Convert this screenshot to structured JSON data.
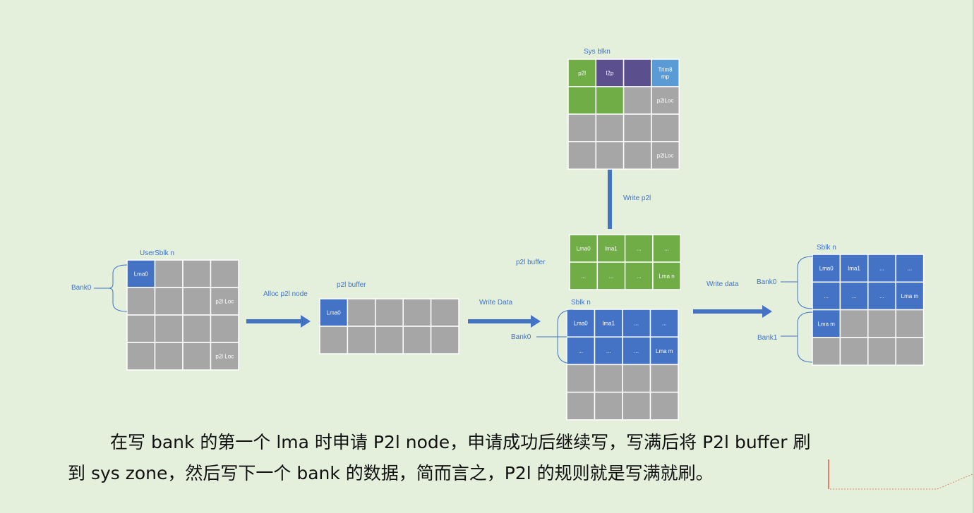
{
  "colors": {
    "background": "#e4efdc",
    "grey_cell": "#a6a6a6",
    "blue_cell": "#4472c4",
    "green_cell": "#70ad47",
    "purple_cell": "#5b4f8e",
    "light_blue_cell": "#5b9bd5",
    "arrow": "#4472c4",
    "label": "#3f74c8"
  },
  "labels": {
    "usersblk": "UserSblk n",
    "bank0_left": "Bank0",
    "alloc": "Alloc p2l node",
    "p2l_buffer_small": "p2l buffer",
    "write_data_1": "Write Data",
    "sblk_mid": "Sblk n",
    "bank0_mid": "Bank0",
    "p2l_buffer_green": "p2l buffer",
    "write_p2l": "Write p2l",
    "sysblk": "Sys blkn",
    "write_data_2": "Write data",
    "sblk_right": "Sblk n",
    "bank0_right": "Bank0",
    "bank1_right": "Bank1"
  },
  "user_grid": {
    "lma0": "Lma0",
    "p2lloc_1": "p2l Loc",
    "p2lloc_2": "p2l Loc"
  },
  "p2l_buffer_cell": "Lma0",
  "green_buffer": [
    "Lma0",
    "lma1",
    "...",
    "...",
    "...",
    "...",
    "...",
    "Lma n"
  ],
  "sys_grid": {
    "p2l": "p2l",
    "l2p": "l2p",
    "trim": "Trim8 mp",
    "p2lloc_1": "p2lLoc",
    "p2lloc_2": "p2lLoc"
  },
  "sblk_mid_cells": [
    "Lma0",
    "lma1",
    "...",
    "...",
    "...",
    "...",
    "...",
    "Lma m"
  ],
  "sblk_right_cells": [
    "Lma0",
    "lma1",
    "...",
    "...",
    "...",
    "...",
    "...",
    "Lma m"
  ],
  "paragraph": {
    "line1": "在写 bank 的第一个 lma 时申请 P2l node，申请成功后继续写，写满后将 P2l buffer 刷",
    "line2": "到 sys zone，然后写下一个 bank 的数据，简而言之，P2l 的规则就是写满就刷。"
  }
}
